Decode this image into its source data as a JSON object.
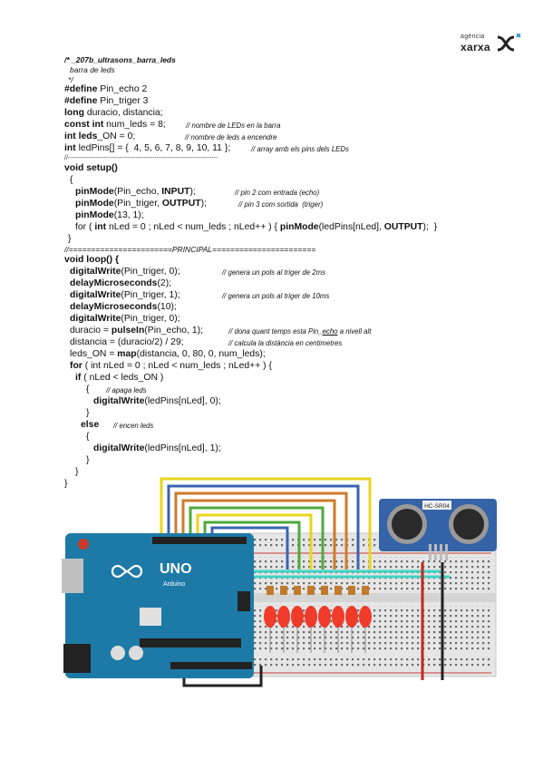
{
  "logo": {
    "sub": "agència",
    "main": "xarxa"
  },
  "code": {
    "header": [
      "/* _207b_ultrasons_barra_leds",
      "barra de leds",
      "*/"
    ],
    "d1_kw": "#define",
    "d1_rest": " Pin_echo 2",
    "d2_kw": "#define",
    "d2_rest": " Pin_triger 3",
    "l_kw": "long",
    "l_rest": " duracio, distancia;",
    "c1_kw": "const int",
    "c1_rest": " num_leds = 8;",
    "c1_cm": "// nombre de LEDs en la barra",
    "c2_kw": "int",
    "c2_bold": " leds",
    "c2_rest": "_ON = 0;",
    "c2_cm": "// nombre de leds a encendre",
    "c3_kw": "int",
    "c3_rest": " ledPins[] = {  4, 5, 6, 7, 8, 9, 10, 11 };",
    "c3_cm": "// array amb els pins dels LEDs",
    "sep1": "//-----------------------------------------------------------------------",
    "setup": "void setup()",
    "brace_open": "{",
    "brace_close": "}",
    "s1_fn": "pinMode",
    "s1_a": "(Pin_echo, ",
    "s1_b": "INPUT",
    "s1_c": ");",
    "s1_cm": "// pin 2 com entrada (echo)",
    "s2_fn": "pinMode",
    "s2_a": "(Pin_triger, ",
    "s2_b": "OUTPUT",
    "s2_c": ");",
    "s2_cm": "// pin 3 com sortida  (triger)",
    "s3_fn": "pinMode",
    "s3_a": "(13, 1);",
    "s4_a": "for ( ",
    "s4_kw": "int",
    "s4_b": " nLed = 0 ; nLed < num_leds ; nLed++ ) { ",
    "s4_fn": "pinMode",
    "s4_c": "(ledPins[nLed], ",
    "s4_d": "OUTPUT",
    "s4_e": ");  }",
    "sep2": "//=======================PRINCIPAL=======================",
    "loop": "void loop() {",
    "p1_fn": "digitalWrite",
    "p1_a": "(Pin_triger, 0);",
    "p1_cm": "// genera un pols al triger de 2ms",
    "p2_fn": "delayMicroseconds",
    "p2_a": "(2);",
    "p3_fn": "digitalWrite",
    "p3_a": "(Pin_triger, 1);",
    "p3_cm": "// genera un pols al triger de 10ms",
    "p4_fn": "delayMicroseconds",
    "p4_a": "(10);",
    "p5_fn": "digitalWrite",
    "p5_a": "(Pin_triger, 0);",
    "p6_a": "duracio = ",
    "p6_fn": "pulseIn",
    "p6_b": "(Pin_echo, 1);",
    "p6_cm1": "// dona quant temps esta Pin_",
    "p6_cm2": "echo",
    "p6_cm3": " a nivell alt",
    "p7_a": "distancia = (duracio/2) / 29;",
    "p7_cm": "// calcula la distància en centimetres",
    "p8_a": "leds_ON = ",
    "p8_fn": "map",
    "p8_b": "(distancia, 0, 80, 0, num_leds);",
    "p9_kw": "for",
    "p9_a": " ( int nLed = 0 ; nLed < num_leds ; nLed++ ) {",
    "p10_kw": "if",
    "p10_a": " ( nLed < leds_ON )",
    "p11_a": "{",
    "p11_cm": "// apaga leds",
    "p12_fn": "digitalWrite",
    "p12_a": "(ledPins[nLed], 0);",
    "p13_a": "}",
    "p14_kw": "else",
    "p14_cm": "// encen leds",
    "p15_a": "{",
    "p16_fn": "digitalWrite",
    "p16_a": "(ledPins[nLed], 1);",
    "p17_a": "}",
    "p18_a": "}",
    "p19_a": "}"
  },
  "circuit": {
    "board_label": "UNO",
    "board_brand": "Arduino",
    "sensor_label": "HC-SR04",
    "led_count": 8,
    "colors": {
      "board": "#1d7aa6",
      "breadboard": "#e4e4e4",
      "led": "#f03a2a",
      "wire_yellow": "#e8d51e",
      "wire_blue": "#3a63b0",
      "wire_orange": "#cf7a2a",
      "wire_green": "#4daa3c",
      "wire_teal": "#3fd4c4",
      "wire_red": "#c0281e"
    }
  }
}
